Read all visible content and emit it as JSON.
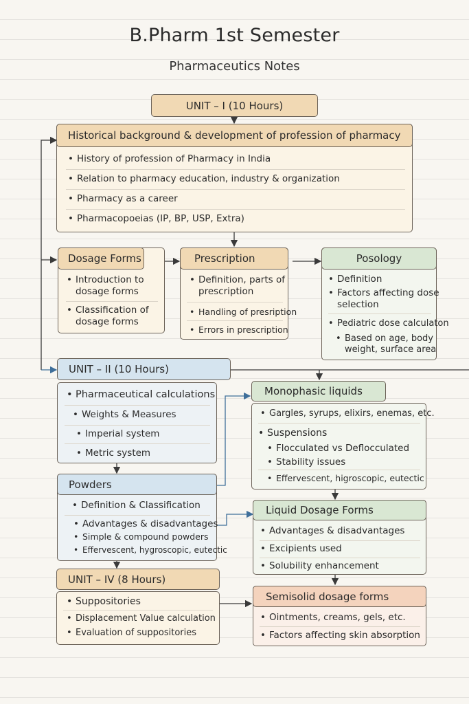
{
  "title": "B.Pharm 1st Semester",
  "subtitle": "Pharmaceutics Notes",
  "unit1": {
    "header": "UNIT – I (10 Hours)",
    "historical": {
      "title": "Historical background & development of profession of pharmacy",
      "items": [
        "History of profession of Pharmacy in India",
        "Relation to pharmacy education, industry & organization",
        "Pharmacy as a career",
        "Pharmacopoeias (IP, BP, USP,  Extra)"
      ]
    },
    "dosage_forms": {
      "title": "Dosage Forms",
      "items": [
        "Introduction to",
        "dosage forms",
        "Classification of",
        "dosage forms"
      ]
    },
    "prescription": {
      "title": "Prescription",
      "items": [
        "Definition, parts of",
        "prescription",
        "Handling of presription",
        "Errors in prescription"
      ]
    },
    "posology": {
      "title": "Posology",
      "items": [
        "Definition",
        "Factors affecting dose",
        "selection",
        "Pediatric dose calculaton",
        "Based on age, body",
        "weight, surface area"
      ]
    }
  },
  "unit2": {
    "header": "UNIT – II (10 Hours)",
    "calculations": {
      "title": "Pharmaceutical calculations",
      "items": [
        "Weights & Measures",
        "Imperial system",
        "Metric system"
      ]
    },
    "powders": {
      "title": "Powders",
      "items": [
        "Definition & Classification",
        "Advantages & disadvantages",
        "Simple & compound powders",
        "Effervescent, hygroscopic, eutectic"
      ]
    },
    "monophasic": {
      "title": "Monophasic liquids",
      "items": [
        "Gargles, syrups, elixirs, enemas, etc.",
        "Suspensions",
        "Flocculated vs Deflocculated",
        "Stability issues",
        "Effervescent, higroscopic, eutectic"
      ]
    },
    "liquid": {
      "title": "Liquid Dosage Forms",
      "items": [
        "Advantages & disadvantages",
        "Excipients used",
        "Solubility enhancement"
      ]
    }
  },
  "unit4": {
    "header": "UNIT – IV (8 Hours)",
    "suppositories": {
      "items": [
        "Suppositories",
        "Displacement Value calculation",
        "Evaluation of suppositories"
      ]
    },
    "semisolid": {
      "title": "Semisolid dosage forms",
      "items": [
        "Ointments, creams, gels, etc.",
        "Factors affecting skin absorption"
      ]
    }
  },
  "colors": {
    "orange_header": "#f1d9b4",
    "blue_header": "#d5e4ef",
    "green_header": "#d9e7d3",
    "peach_header": "#f4d3bd",
    "blue_arrow": "#3f6f9a",
    "dark_arrow": "#3a3a3a"
  }
}
